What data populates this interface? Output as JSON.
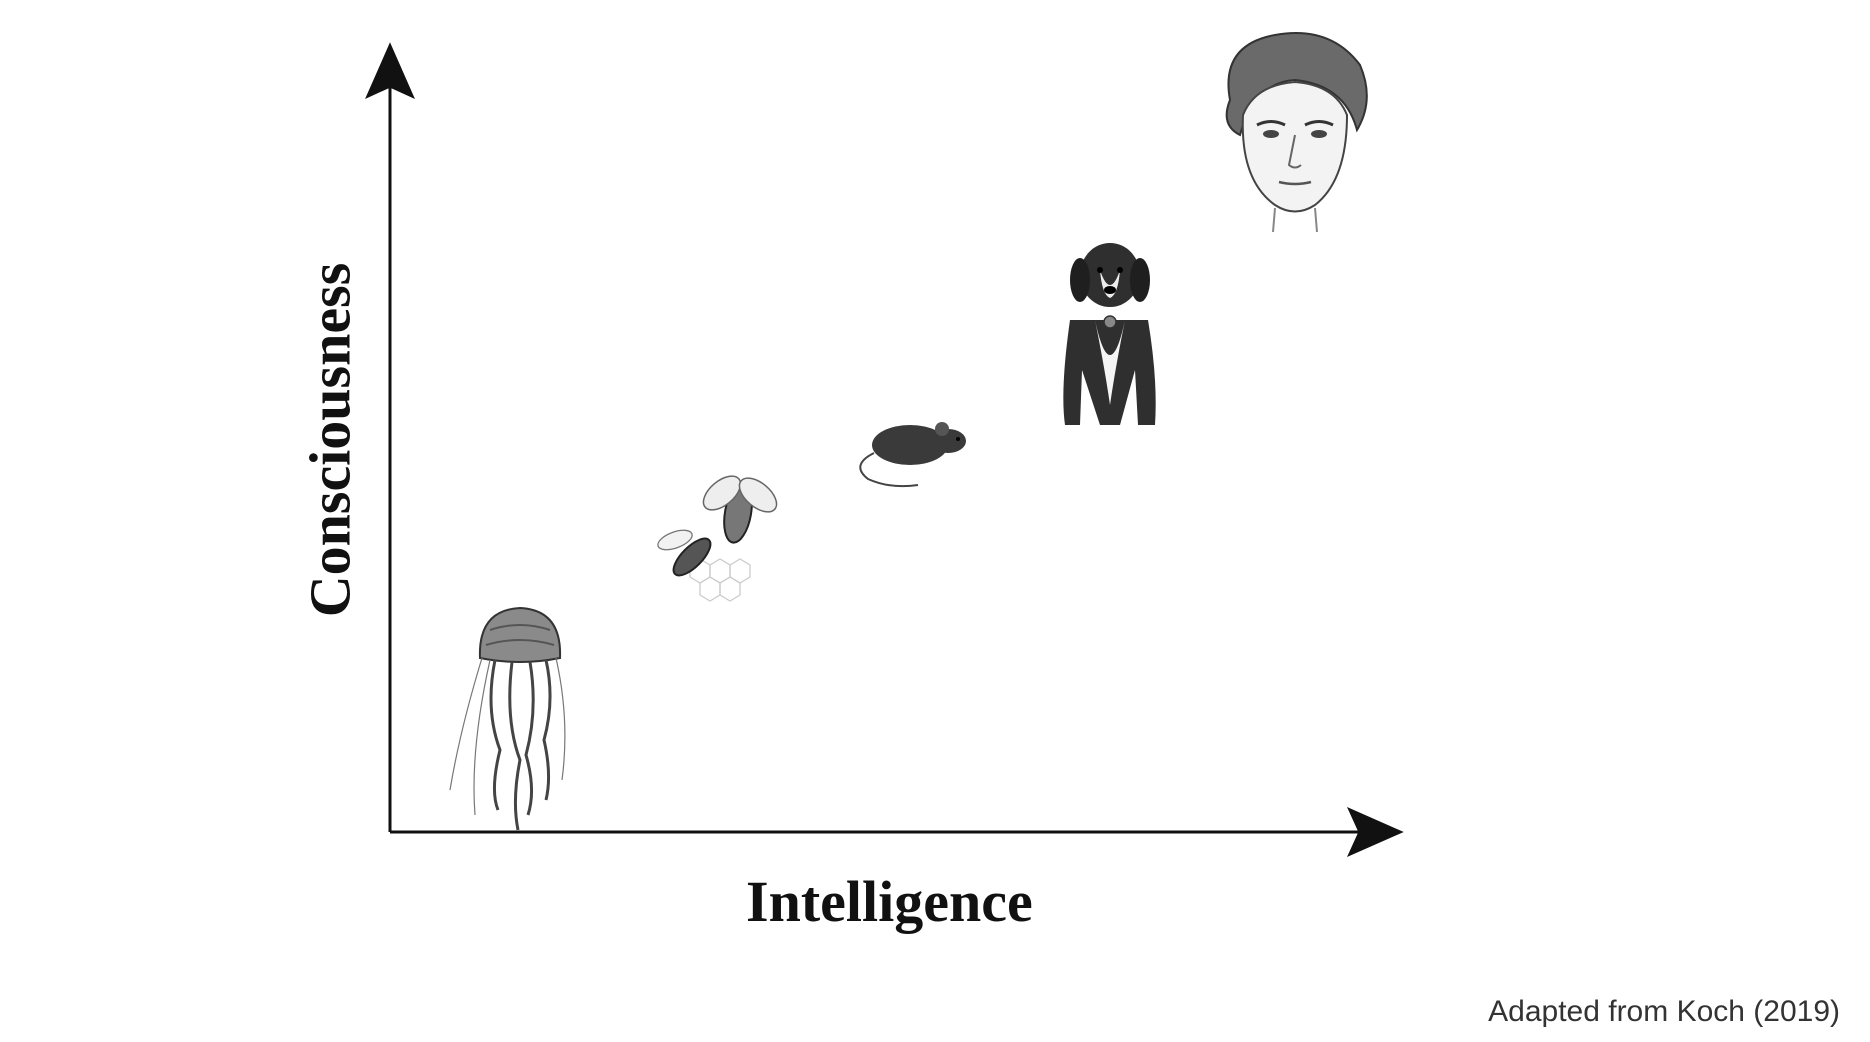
{
  "diagram": {
    "xlabel": "Intelligence",
    "ylabel": "Consciousness",
    "credit": "Adapted from Koch (2019)",
    "organisms": [
      {
        "name": "jellyfish",
        "icon": "jellyfish-icon"
      },
      {
        "name": "bee",
        "icon": "bee-icon"
      },
      {
        "name": "mouse",
        "icon": "mouse-icon"
      },
      {
        "name": "dog",
        "icon": "dog-icon"
      },
      {
        "name": "human",
        "icon": "human-face-icon"
      }
    ]
  }
}
